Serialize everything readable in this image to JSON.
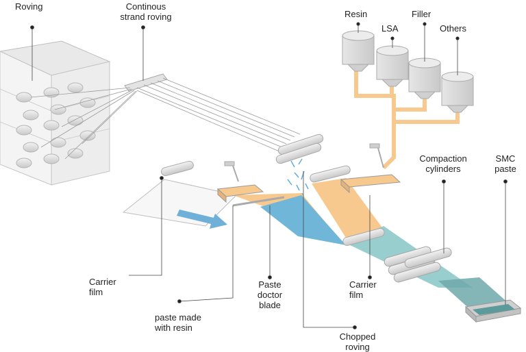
{
  "labels": {
    "roving": "Roving",
    "continuous_strand_roving": "Continous\nstrand roving",
    "resin": "Resin",
    "lsa": "LSA",
    "filler": "Filler",
    "others": "Others",
    "compaction_cylinders": "Compaction\ncylinders",
    "smc_paste": "SMC\npaste",
    "carrier_film_left": "Carrier\nfilm",
    "paste_doctor_blade": "Paste\ndoctor\nblade",
    "carrier_film_right": "Carrier\nfilm",
    "paste_made_with_resin": "paste made\nwith resin",
    "chopped_roving": "Chopped\nroving"
  },
  "colors": {
    "paste_orange": "#f8c98e",
    "film_blue": "#6fb6d8",
    "film_teal": "#8ec9c9",
    "arrow_blue": "#6fb0d9",
    "pipe_orange": "#f8c98e",
    "tank_gray": "#d9d9d9",
    "line_gray": "#8a8a8a"
  }
}
